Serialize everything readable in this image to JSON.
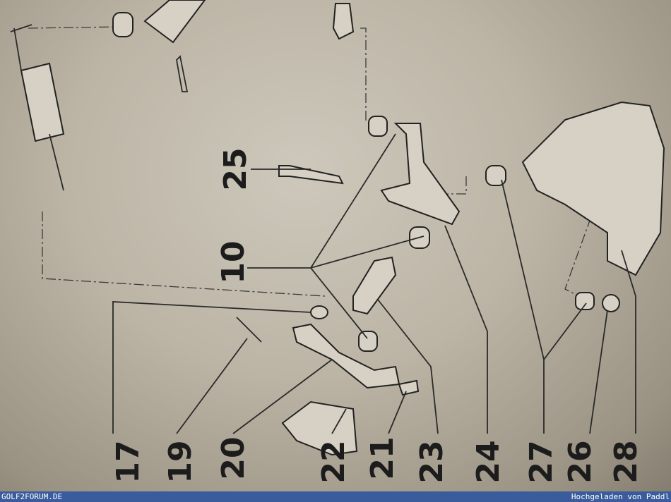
{
  "diagram": {
    "part_labels": [
      "25",
      "10",
      "17",
      "19",
      "20",
      "22",
      "21",
      "23",
      "24",
      "27",
      "26",
      "28"
    ]
  },
  "footer": {
    "site": "GOLF2FORUM.DE",
    "uploader": "Hochgeladen von Paddl"
  }
}
